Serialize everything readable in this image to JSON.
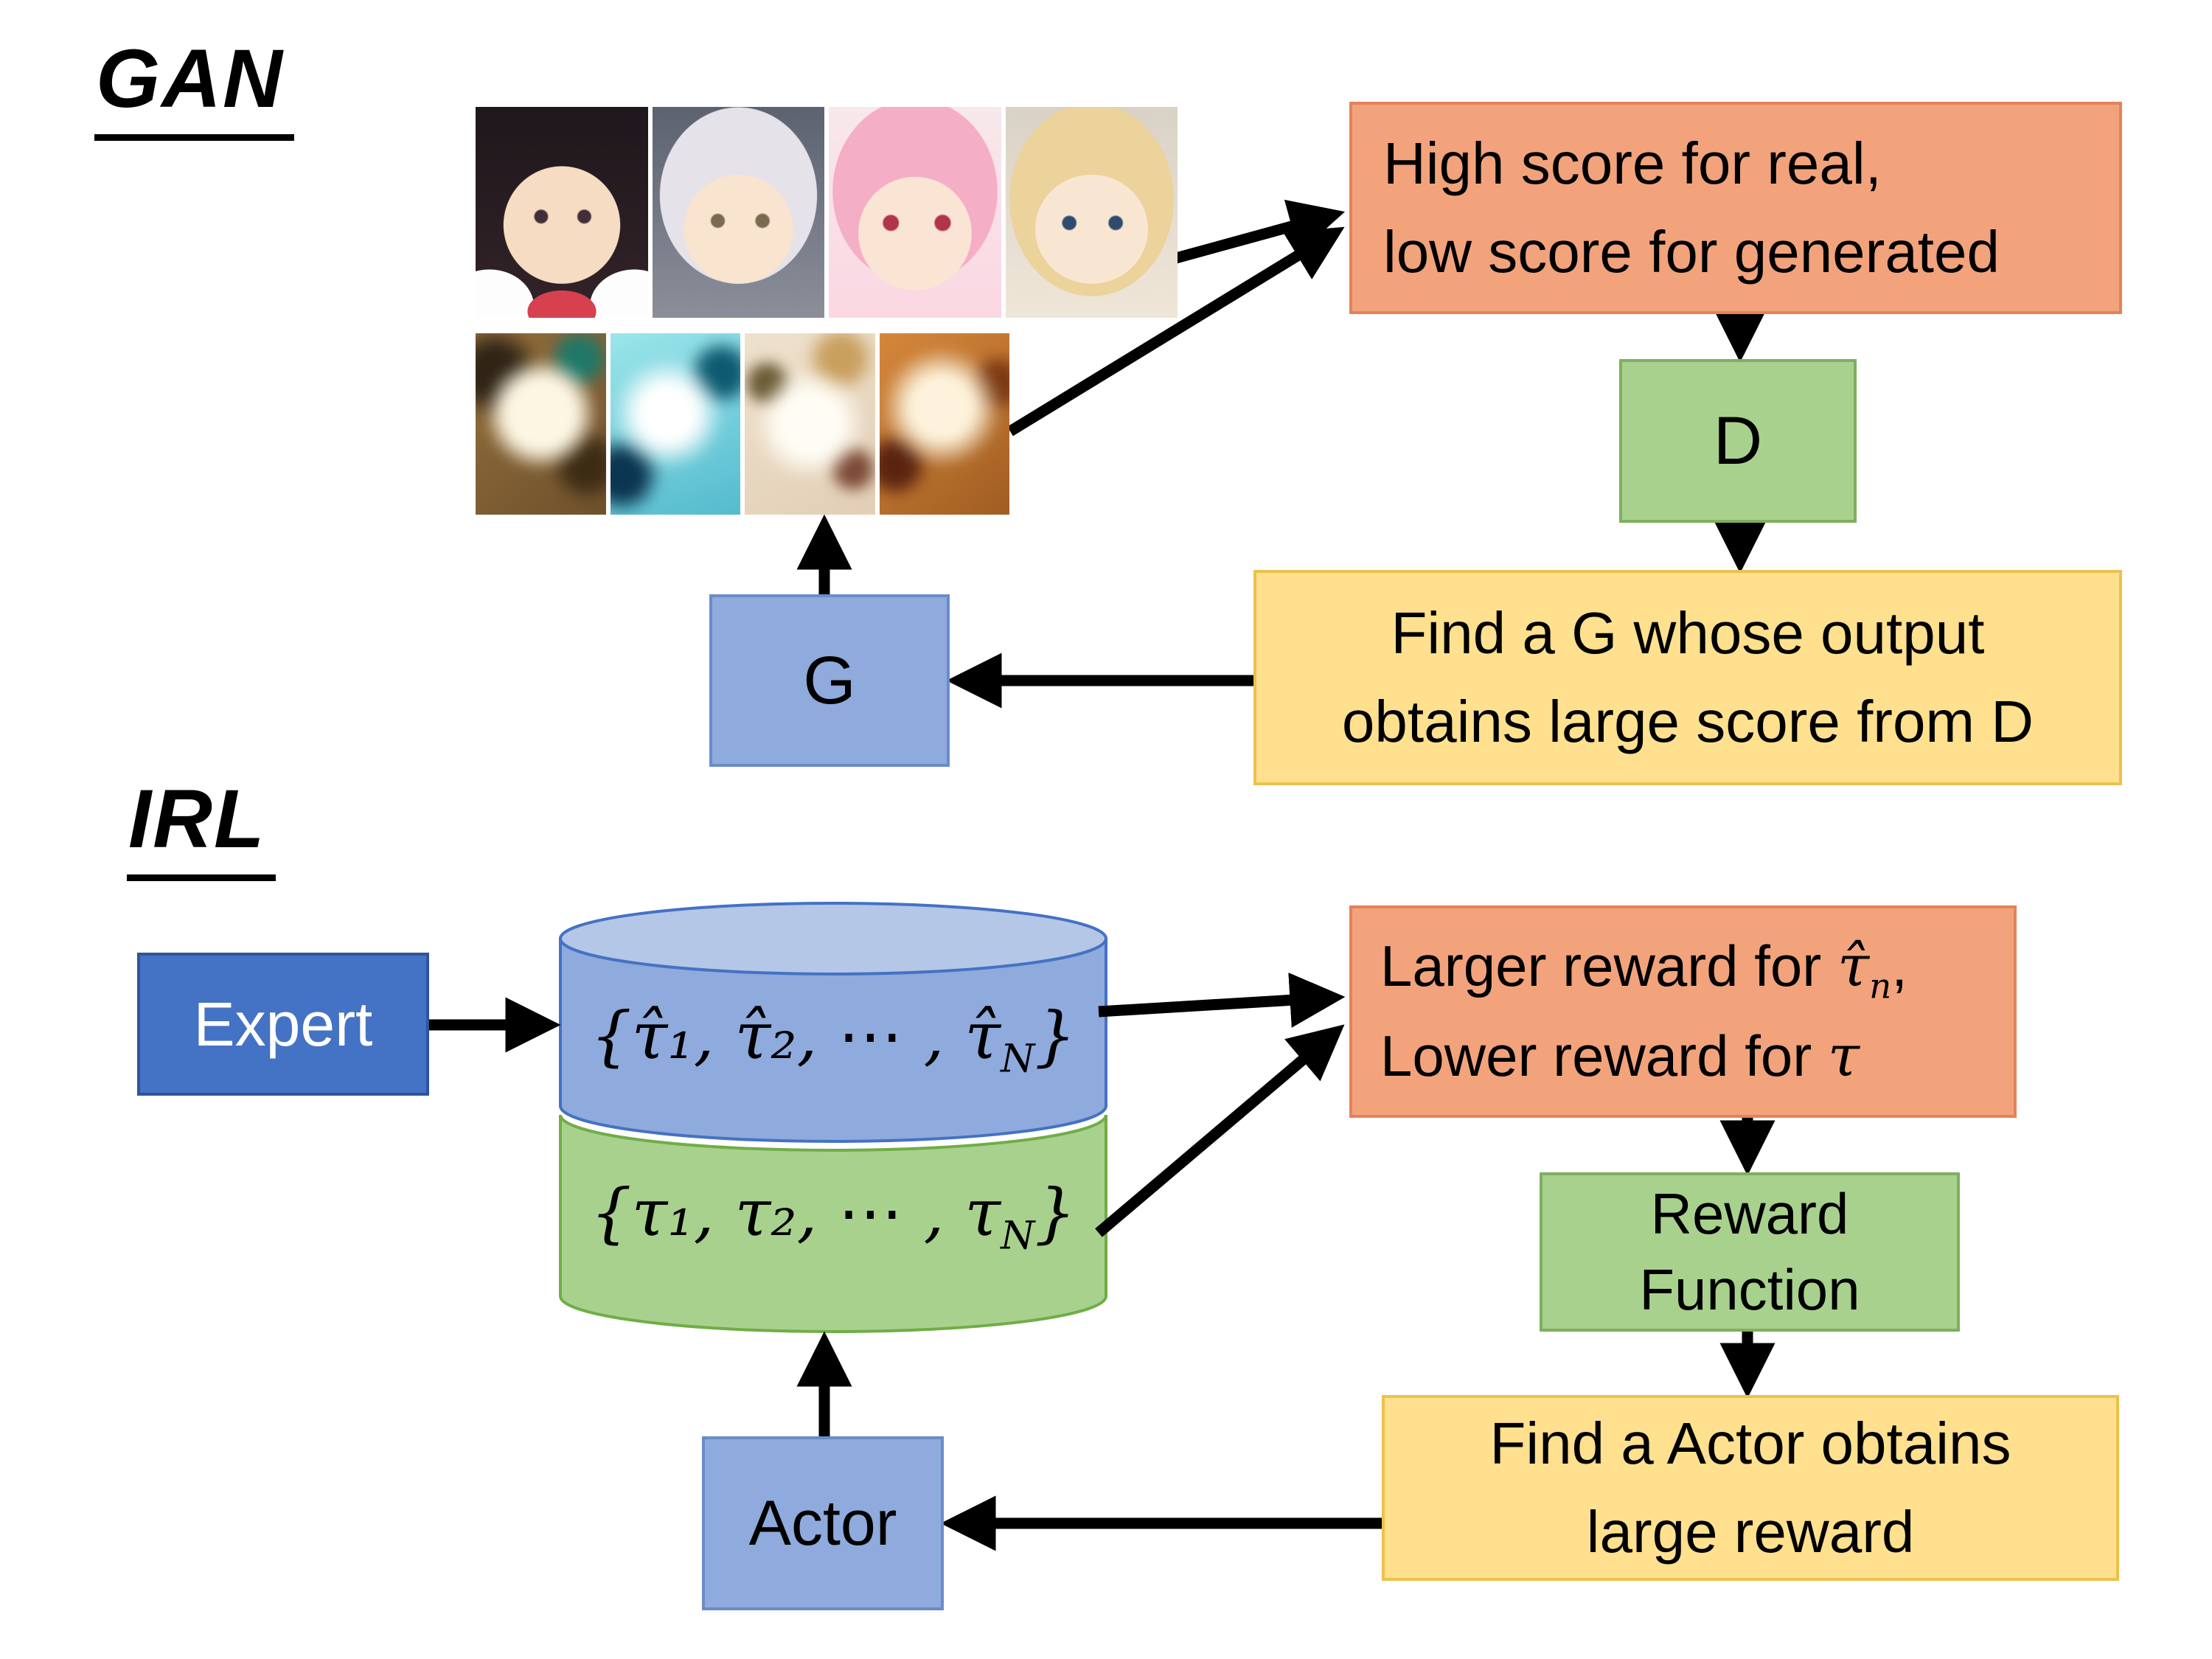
{
  "gan": {
    "title": "GAN",
    "score_note": {
      "line1": "High score for real,",
      "line2": "low score for generated"
    },
    "discriminator_label": "D",
    "generator_label": "G",
    "update_note": {
      "line1": "Find a G whose output",
      "line2": "obtains large score from D"
    },
    "images": {
      "real": [
        "anime-face-black-hair",
        "anime-face-silver-hair",
        "anime-face-pink-hair",
        "anime-face-blonde-hair"
      ],
      "generated": [
        "generated-sample-brown-noise",
        "generated-sample-cyan-noise",
        "generated-sample-pale-noise",
        "generated-sample-orange-noise"
      ]
    }
  },
  "irl": {
    "title": "IRL",
    "expert_label": "Expert",
    "expert_set": {
      "head": "{τ̂₁, τ̂₂, ⋯ , τ̂",
      "sub": "N",
      "tail": "}"
    },
    "actor_set": {
      "head": "{τ₁, τ₂, ⋯ , τ",
      "sub": "N",
      "tail": "}"
    },
    "reward_note": {
      "l1_text": "Larger reward for ",
      "l1_math": "τ̂",
      "l1_sub": "n",
      "l1_tail": ",",
      "l2_text": "Lower reward for ",
      "l2_math": "τ"
    },
    "reward_function": {
      "line1": "Reward",
      "line2": "Function"
    },
    "actor_label": "Actor",
    "update_note": {
      "line1": "Find a Actor obtains",
      "line2": "large reward"
    }
  },
  "colors": {
    "note_orange": "#F2A37C",
    "model_green": "#A9D18E",
    "update_yellow": "#FFE08E",
    "model_blue": "#8FAADC",
    "expert_blue": "#4472C4",
    "arrow_black": "#000000"
  }
}
